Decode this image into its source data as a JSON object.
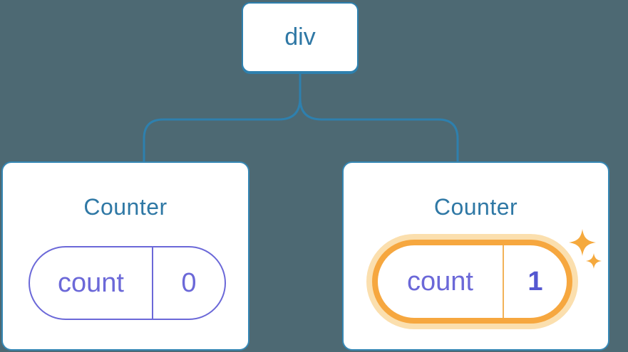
{
  "diagram": {
    "root": {
      "label": "div"
    },
    "children": [
      {
        "title": "Counter",
        "state": {
          "key": "count",
          "value": "0"
        },
        "highlighted": false
      },
      {
        "title": "Counter",
        "state": {
          "key": "count",
          "value": "1"
        },
        "highlighted": true
      }
    ]
  },
  "icons": [
    {
      "name": "sparkle-icon-large"
    },
    {
      "name": "sparkle-icon-small"
    }
  ],
  "colors": {
    "background": "#4d6973",
    "line_blue": "#2e80ae",
    "card_border": "#3587b4",
    "card_bg": "#ffffff",
    "text_blue": "#2f78a5",
    "state_purple": "#6b68d8",
    "value_purple": "#5457d0",
    "highlight_orange": "#f6a73f",
    "highlight_glow": "#fbdfae",
    "divider_orange": "#f2b258",
    "sparkle_orange": "#f5a93d"
  }
}
